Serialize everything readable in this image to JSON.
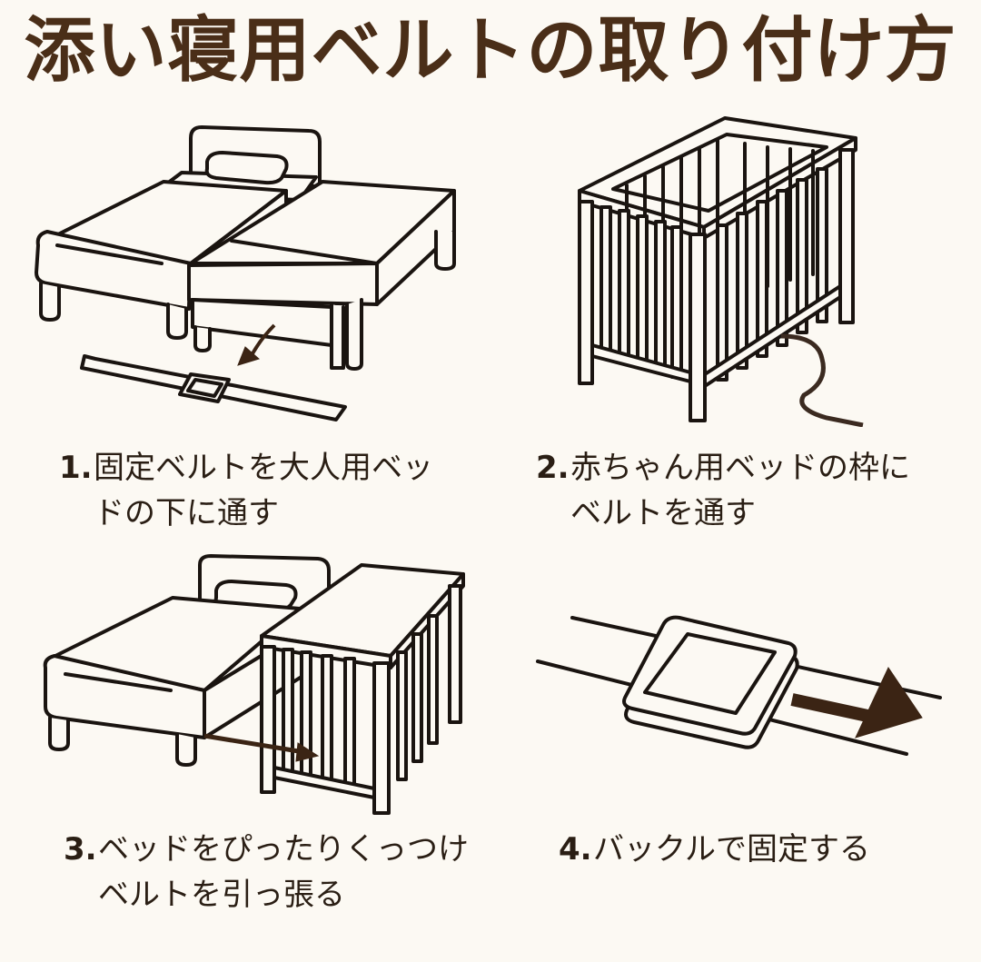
{
  "title": "添い寝用ベルトの取り付け方",
  "colors": {
    "background": "#fcf9f3",
    "title": "#4a2e18",
    "text": "#2a1e14",
    "arrow": "#3b2414",
    "line": "#1a1410"
  },
  "steps": [
    {
      "number": "1.",
      "line1": "固定ベルトを大人用ベッ",
      "line2": "ドの下に通す",
      "illustration": "two-beds-belt-under-icon"
    },
    {
      "number": "2.",
      "line1": "赤ちゃん用ベッドの枠に",
      "line2": "ベルトを通す",
      "illustration": "crib-belt-through-frame-icon"
    },
    {
      "number": "3.",
      "line1": "ベッドをぴったりくっつけ",
      "line2": "ベルトを引っ張る",
      "illustration": "bed-and-crib-pull-belt-icon"
    },
    {
      "number": "4.",
      "line1": "バックルで固定する",
      "line2": "",
      "illustration": "buckle-fasten-icon"
    }
  ]
}
